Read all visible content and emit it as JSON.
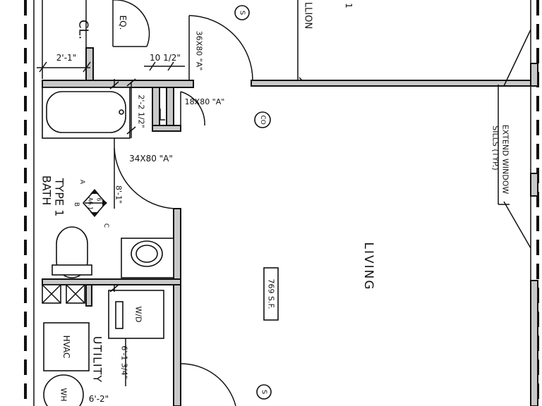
{
  "labels": {
    "closet": "CL.",
    "equipment": "EQ.",
    "mullion_partial": "LLION",
    "dim_2_1": "2'-1\"",
    "dim_10_half": "10 1/2\"",
    "dim_2_2_half": "2'-2 1/2\"",
    "dim_8_1": "8'-1\"",
    "dim_6_1_3_4": "6'-1 3/4\"",
    "dim_6_2": "6'-2\"",
    "door_36x80": "36X80 \"A\"",
    "door_18x80": "18X80 \"A\"",
    "door_34x80": "34X80 \"A\"",
    "bath_title_1": "TYPE 1",
    "bath_title_2": "BATH",
    "section_number": "6",
    "section_sheet": "A6.1",
    "section_a": "A",
    "section_b": "B",
    "section_c": "C",
    "living": "LIVING",
    "living_area": "769 S.F.",
    "extend_sills_1": "EXTEND WINDOW",
    "extend_sills_2": "SILLS (TYP.)",
    "utility": "UTILITY",
    "washer_dryer": "W/D",
    "hvac": "HVAC",
    "water_heater": "WH",
    "smoke_tag": "S",
    "co_tag": "CO",
    "top_mark": "1"
  }
}
